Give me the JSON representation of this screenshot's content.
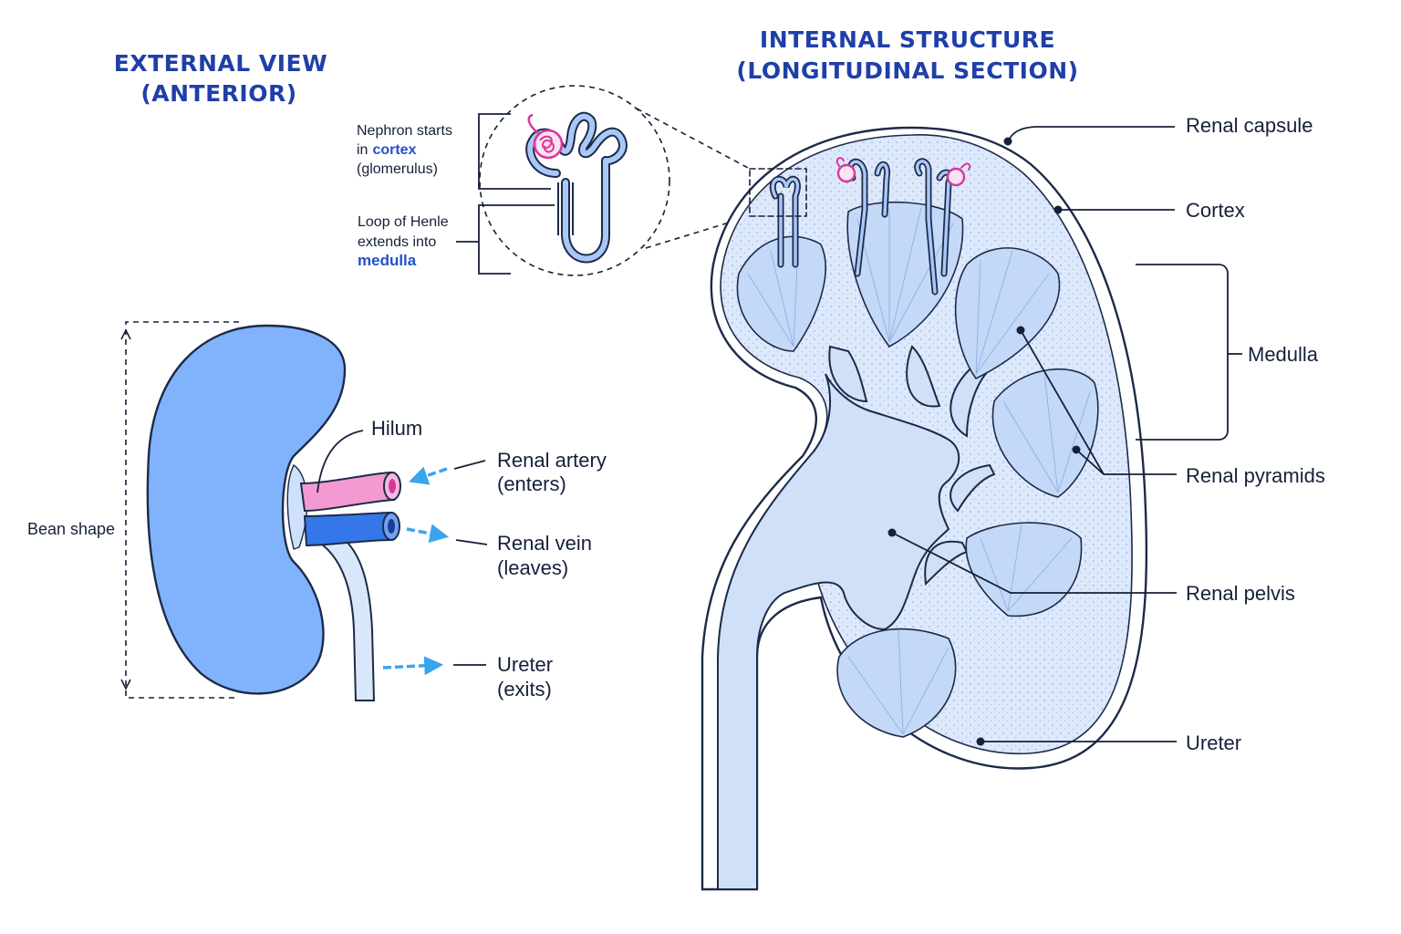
{
  "external": {
    "title_line1": "EXTERNAL VIEW",
    "title_line2": "(ANTERIOR)",
    "hilum": "Hilum",
    "bean_shape": "Bean shape",
    "renal_artery": "Renal artery",
    "renal_artery_note": "(enters)",
    "renal_vein": "Renal vein",
    "renal_vein_note": "(leaves)",
    "ureter": "Ureter",
    "ureter_note": "(exits)"
  },
  "internal": {
    "title_line1": "INTERNAL STRUCTURE",
    "title_line2": "(LONGITUDINAL SECTION)",
    "renal_capsule": "Renal capsule",
    "cortex": "Cortex",
    "medulla": "Medulla",
    "renal_pyramids": "Renal pyramids",
    "renal_pelvis": "Renal pelvis",
    "ureter": "Ureter"
  },
  "nephron_inset": {
    "line1": "Nephron starts",
    "line2_prefix": "in",
    "line2_emphasis": "cortex",
    "line3": "(glomerulus)",
    "loop_line1": "Loop of Henle",
    "loop_line2": "extends into",
    "loop_emphasis": "medulla"
  },
  "colors": {
    "title": "#1f3fa8",
    "kidney_fill": "#80b3fb",
    "artery": "#f39ad2",
    "vein": "#3577e8",
    "glomerulus": "#d6389c",
    "section_fill": "#dde9fb",
    "arrow": "#3aa4ee"
  }
}
